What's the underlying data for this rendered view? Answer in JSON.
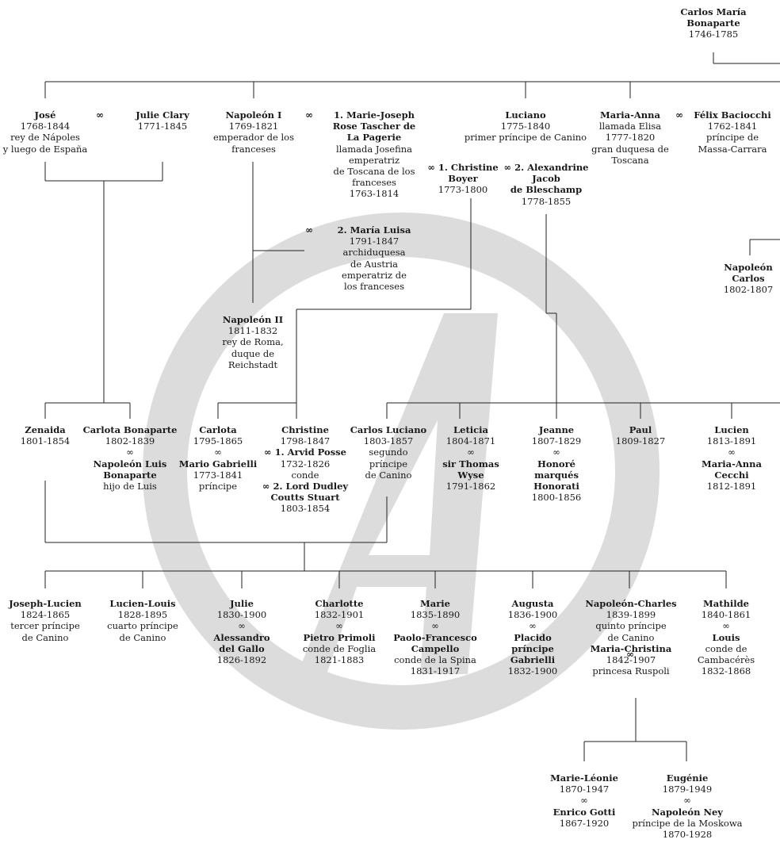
{
  "symbols": {
    "marriage": "∞"
  },
  "colors": {
    "line": "#222222",
    "text": "#1a1a1a",
    "watermark": "#d9d9d9"
  },
  "watermark": {
    "icon": "letter-a-logo"
  },
  "gen0": {
    "carlos_maria": {
      "name": [
        "Carlos María",
        "Bonaparte"
      ],
      "dates": "1746-1785"
    }
  },
  "gen1": {
    "jose": {
      "name": "José",
      "dates": "1768-1844",
      "title": [
        "rey de Nápoles",
        "y luego de España"
      ]
    },
    "julie_clary": {
      "name": "Julie Clary",
      "dates": "1771-1845"
    },
    "napoleon": {
      "name": "Napoleón I",
      "dates": "1769-1821",
      "title": [
        "emperador de los",
        "franceses"
      ]
    },
    "josefina": {
      "name": [
        "1. Marie-Joseph",
        "Rose Tascher de",
        "La Pagerie"
      ],
      "title": [
        "llamada Josefina",
        "emperatriz",
        "de Toscana de los",
        "franceses"
      ],
      "dates": "1763-1814"
    },
    "maria_luisa": {
      "name": "2. María Luisa",
      "dates": "1791-1847",
      "title": [
        "archiduquesa",
        "de Austria",
        "emperatriz de",
        "los franceses"
      ]
    },
    "luciano": {
      "name": "Luciano",
      "dates": "1775-1840",
      "title": "primer príncipe de Canino"
    },
    "christine_boyer": {
      "name": [
        "∞ 1. Christine",
        "Boyer"
      ],
      "dates": "1773-1800"
    },
    "alexandrine": {
      "name": [
        "∞ 2. Alexandrine",
        "Jacob",
        "de Bleschamp"
      ],
      "dates": "1778-1855"
    },
    "maria_anna": {
      "name": "Maria-Anna",
      "title": [
        "llamada Elisa"
      ],
      "dates": "1777-1820",
      "title2": [
        "gran duquesa de",
        "Toscana"
      ]
    },
    "felix": {
      "name": "Félix Baciocchi",
      "dates": "1762-1841",
      "title": [
        "príncipe de",
        "Massa-Carrara"
      ]
    },
    "napoleon_ii": {
      "name": "Napoleón II",
      "dates": "1811-1832",
      "title": [
        "rey de Roma,",
        "duque de",
        "Reichstadt"
      ]
    },
    "napoleon_carlos": {
      "name": [
        "Napoleón",
        "Carlos"
      ],
      "dates": "1802-1807"
    }
  },
  "gen2": {
    "zenaida": {
      "name": "Zenaida",
      "dates": "1801-1854"
    },
    "carlota_bonaparte": {
      "name": "Carlota Bonaparte",
      "dates": "1802-1839",
      "spouse": [
        "Napoleón Luis",
        "Bonaparte"
      ],
      "spouse_title": "hijo de Luis"
    },
    "carlota": {
      "name": "Carlota",
      "dates": "1795-1865",
      "spouse": "Mario Gabrielli",
      "spouse_dates": "1773-1841",
      "spouse_title": "príncipe"
    },
    "christine": {
      "name": "Christine",
      "dates": "1798-1847",
      "spouse1": "∞ 1. Arvid Posse",
      "spouse1_dates": "1732-1826",
      "spouse1_title": "conde",
      "spouse2": [
        "∞ 2. Lord Dudley",
        "Coutts Stuart"
      ],
      "spouse2_dates": "1803-1854"
    },
    "carlos_luciano": {
      "name": "Carlos Luciano",
      "dates": "1803-1857",
      "title": [
        "segundo",
        "príncipe",
        "de Canino"
      ]
    },
    "leticia": {
      "name": "Leticia",
      "dates": "1804-1871",
      "spouse": [
        "sir Thomas",
        "Wyse"
      ],
      "spouse_dates": "1791-1862"
    },
    "jeanne": {
      "name": "Jeanne",
      "dates": "1807-1829",
      "spouse": [
        "Honoré",
        "marqués",
        "Honorati"
      ],
      "spouse_dates": "1800-1856"
    },
    "paul": {
      "name": "Paul",
      "dates": "1809-1827"
    },
    "lucien": {
      "name": "Lucien",
      "dates": "1813-1891",
      "spouse": [
        "Maria-Anna",
        "Cecchi"
      ],
      "spouse_dates": "1812-1891"
    }
  },
  "gen3": {
    "joseph_lucien": {
      "name": "Joseph-Lucien",
      "dates": "1824-1865",
      "title": [
        "tercer príncipe",
        "de Canino"
      ]
    },
    "lucien_louis": {
      "name": "Lucien-Louis",
      "dates": "1828-1895",
      "title": [
        "cuarto príncipe",
        "de Canino"
      ]
    },
    "julie": {
      "name": "Julie",
      "dates": "1830-1900",
      "spouse": [
        "Alessandro",
        "del Gallo"
      ],
      "spouse_dates": "1826-1892"
    },
    "charlotte": {
      "name": "Charlotte",
      "dates": "1832-1901",
      "spouse": "Pietro Primoli",
      "spouse_title": "conde de Foglia",
      "spouse_dates": "1821-1883"
    },
    "marie": {
      "name": "Marie",
      "dates": "1835-1890",
      "spouse": [
        "Paolo-Francesco",
        "Campello"
      ],
      "spouse_title": "conde de la Spina",
      "spouse_dates": "1831-1917"
    },
    "augusta": {
      "name": "Augusta",
      "dates": "1836-1900",
      "spouse": [
        "Placido",
        "príncipe",
        "Gabrielli"
      ],
      "spouse_dates": "1832-1900"
    },
    "napoleon_charles": {
      "name": "Napoleón-Charles",
      "dates": "1839-1899",
      "title": [
        "quinto príncipe",
        "de Canino"
      ],
      "spouse": "Maria-Christina",
      "spouse_dates": "1842-1907",
      "spouse_title": "princesa Ruspoli"
    },
    "mathilde": {
      "name": "Mathilde",
      "dates": "1840-1861",
      "spouse": "Louis",
      "spouse_title": [
        "conde de",
        "Cambacérès"
      ],
      "spouse_dates": "1832-1868"
    }
  },
  "gen4": {
    "marie_leonie": {
      "name": "Marie-Léonie",
      "dates": "1870-1947",
      "spouse": "Enrico Gotti",
      "spouse_dates": "1867-1920"
    },
    "eugenie": {
      "name": "Eugénie",
      "dates": "1879-1949",
      "spouse": "Napoleón Ney",
      "spouse_title": "príncipe de la Moskowa",
      "spouse_dates": "1870-1928"
    }
  }
}
